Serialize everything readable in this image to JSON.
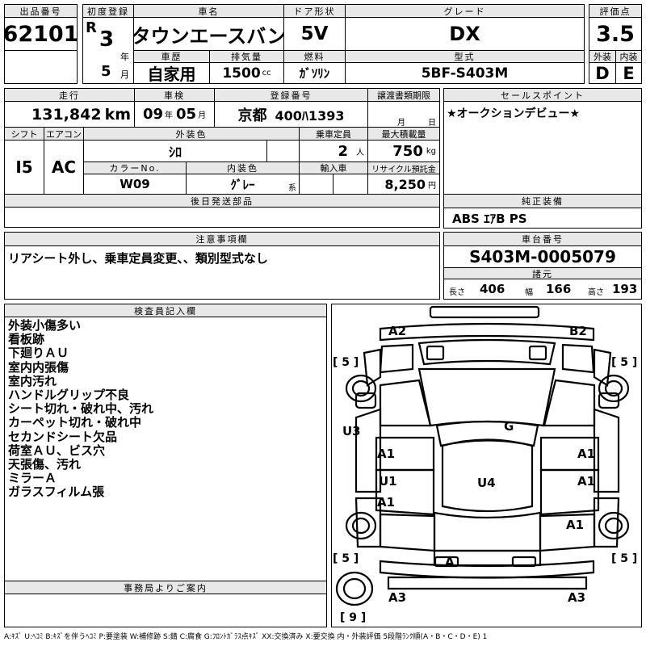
{
  "header": {
    "lot_label": "出品番号",
    "lot_value": "62101",
    "first_reg_label": "初度登録",
    "era": "R",
    "year_value": "3",
    "year_suffix": "年",
    "month_value": "5",
    "month_suffix": "月",
    "model_name_label": "車名",
    "model_name": "タウンエースバン",
    "door_label": "ドア形状",
    "door_value": "5V",
    "grade_label": "グレード",
    "grade_value": "DX",
    "score_label": "評価点",
    "score_value": "3.5",
    "history_label": "車歴",
    "history_value": "自家用",
    "disp_label": "排気量",
    "disp_value": "1500",
    "disp_unit": "cc",
    "fuel_label": "燃料",
    "fuel_value": "ｶﾞｿﾘﾝ",
    "type_label": "型式",
    "type_value": "5BF-S403M",
    "ext_label": "外装",
    "ext_value": "D",
    "int_label": "内装",
    "int_value": "E"
  },
  "row2": {
    "mileage_label": "走行",
    "mileage_value": "131,842",
    "mileage_unit": "km",
    "inspection_label": "車検",
    "insp_year": "09",
    "insp_year_suffix": "年",
    "insp_month": "05",
    "insp_month_suffix": "月",
    "reg_label": "登録番号",
    "reg_area": "京都",
    "reg_number": "400ﾊ1393",
    "transfer_label": "譲渡書類期限",
    "transfer_month": "月",
    "transfer_day": "日",
    "sales_label": "セールスポイント",
    "sales_value": "★オークションデビュー★"
  },
  "row3": {
    "shift_label": "シフト",
    "shift_value": "I5",
    "ac_label": "エアコン",
    "ac_value": "AC",
    "color_label": "外装色",
    "color_value": "ｼﾛ",
    "capacity_label": "乗車定員",
    "capacity_value": "2",
    "capacity_unit": "人",
    "load_label": "最大積載量",
    "load_value": "750",
    "load_unit": "kg",
    "color_no_label": "カラーNo.",
    "color_no_value": "W09",
    "int_color_label": "内装色",
    "int_color_value": "ｸﾞﾚｰ",
    "int_color_suffix": "系",
    "import_label": "輸入車",
    "recycle_label": "リサイクル預託金",
    "recycle_value": "8,250",
    "recycle_unit": "円"
  },
  "row4": {
    "later_parts_label": "後日発送部品",
    "equipment_label": "純正装備",
    "equipment_value": "ABS ｴｱB PS"
  },
  "notes": {
    "caution_label": "注意事項欄",
    "caution_value": "リアシート外し、乗車定員変更、、類別型式なし",
    "chassis_label": "車台番号",
    "chassis_value": "S403M-0005079",
    "specs_label": "諸元",
    "length_label": "長さ",
    "length_value": "406",
    "width_label": "幅",
    "width_value": "166",
    "height_label": "高さ",
    "height_value": "193"
  },
  "inspector": {
    "label": "検査員記入欄",
    "items": [
      "外装小傷多い",
      "看板跡",
      "下廻りＡＵ",
      "室内内張傷",
      "室内汚れ",
      "ハンドルグリップ不良",
      "シート切れ・破れ中、汚れ",
      "カーペット切れ・破れ中",
      "セカンドシート欠品",
      "荷室ＡＵ、ビス穴",
      "天張傷、汚れ",
      "ミラーＡ",
      "ガラスフィルム張"
    ]
  },
  "office": {
    "label": "事務局よりご案内"
  },
  "diagram": {
    "front_left": "A2",
    "front_right": "B2",
    "tire_fl": "5",
    "tire_fr": "5",
    "tire_rl": "5",
    "tire_rr": "5",
    "spare": "9",
    "left_side_upper": "U3",
    "left_door": "A1",
    "left_u1": "U1",
    "left_a1": "A1",
    "roof": "G",
    "floor": "U4",
    "right_door": "A1",
    "right_mid": "A1",
    "right_lower": "A1",
    "rear_mark": "A",
    "rear_left": "A3",
    "rear_right": "A3"
  },
  "legend": "A:ｷｽﾞ U:ﾍｺﾐ B:ｷｽﾞを伴うﾍｺﾐ P:要塗装 W:補修跡 S:錆 C:腐食 G:ﾌﾛﾝﾄｶﾞﾗｽ点ｷｽﾞ XX:交換済み X:要交換 内・外装評価 5段階ﾗﾝｸ順(A・B・C・D・E) 1",
  "colors": {
    "header_bg": "#e8e8e8",
    "line": "#000000"
  }
}
